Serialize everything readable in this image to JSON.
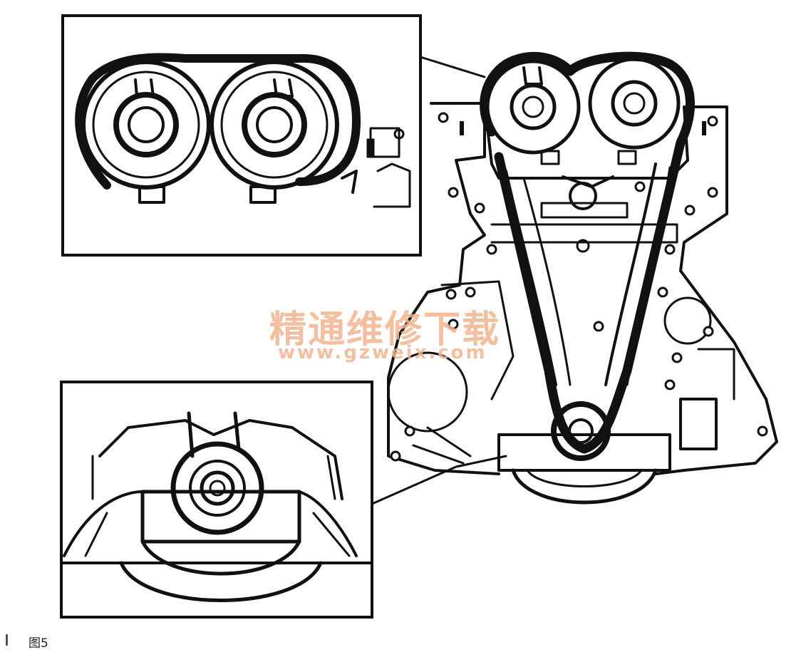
{
  "figure": {
    "caption": "图5"
  },
  "watermark": {
    "chinese_text": "精通维修下载",
    "url_text": "www.gzweix.com",
    "color": "#f2b48e"
  }
}
